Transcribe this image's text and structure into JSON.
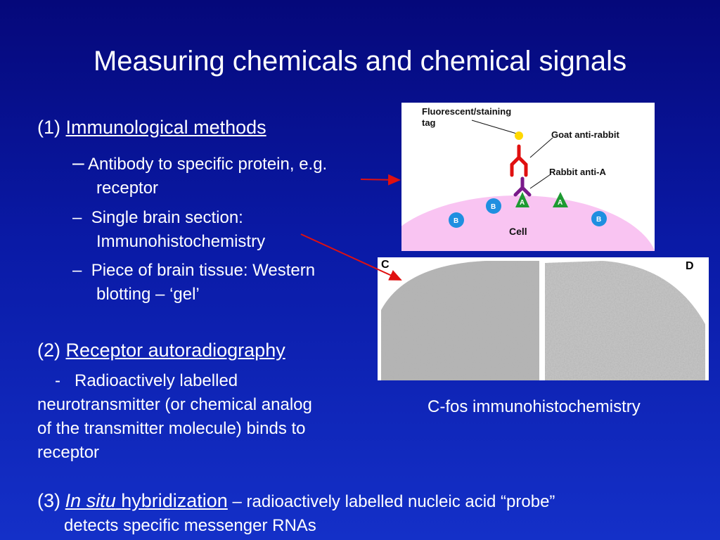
{
  "title": "Measuring chemicals and chemical signals",
  "section1": {
    "number": "(1)",
    "heading": "Immunological methods",
    "bullets": [
      {
        "dash": "–",
        "line1": "Antibody to specific protein, e.g.",
        "line2": "receptor"
      },
      {
        "dash": "–",
        "line1": "Single brain section:",
        "line2": "Immunohistochemistry"
      },
      {
        "dash": "–",
        "line1": "Piece of brain tissue: Western",
        "line2": "blotting – ‘gel’"
      }
    ]
  },
  "section2": {
    "number": "(2)",
    "heading": "Receptor autoradiography",
    "lines": [
      "-   Radioactively labelled",
      "neurotransmitter (or chemical analog",
      "of the transmitter molecule) binds to",
      "receptor"
    ]
  },
  "section3": {
    "number": "(3)",
    "heading_italic": "In situ",
    "heading_rest": "hybridization",
    "line1_rest": "– radioactively labelled nucleic acid “probe”",
    "line2": "detects specific messenger RNAs"
  },
  "diagram": {
    "tag_label_1": "Fluorescent/staining",
    "tag_label_2": "tag",
    "goat_label": "Goat anti-rabbit",
    "rabbit_label": "Rabbit anti-A",
    "cell_label": "Cell",
    "antigen_a": "A",
    "antigen_b": "B",
    "colors": {
      "cell": "#f9c4f2",
      "goat": "#e01010",
      "rabbit": "#7a1a8a",
      "antigen_a": "#1e9a32",
      "antigen_b": "#1f8fe0",
      "tag": "#ffd800"
    }
  },
  "micrograph": {
    "label_c": "C",
    "label_d": "D"
  },
  "caption": "C-fos immunohistochemistry",
  "colors": {
    "arrow": "#e01010"
  }
}
